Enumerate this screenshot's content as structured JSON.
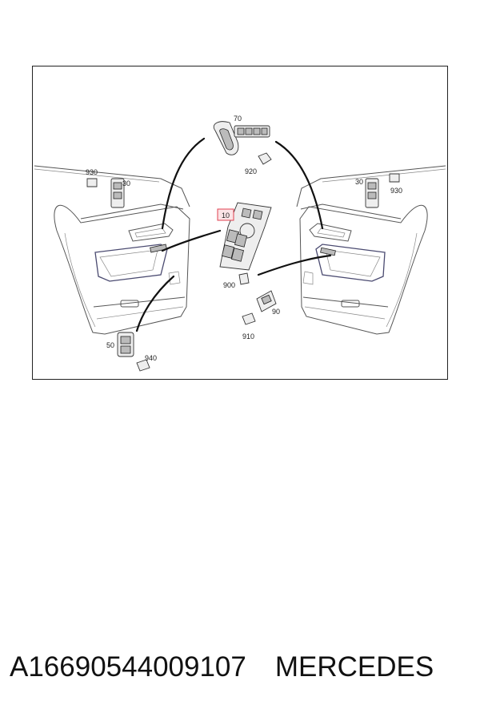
{
  "callouts": {
    "c70": "70",
    "c920": "920",
    "c930_left": "930",
    "c30_left": "30",
    "c30_right": "30",
    "c930_right": "930",
    "c10": "10",
    "c900": "900",
    "c90": "90",
    "c910": "910",
    "c50": "50",
    "c940": "940"
  },
  "caption": {
    "part_number": "A16690544009107",
    "brand": "MERCEDES"
  },
  "colors": {
    "highlight_box": "#e04050",
    "highlight_fill": "#fbe4e6",
    "trim_accent": "#4a4a70"
  }
}
